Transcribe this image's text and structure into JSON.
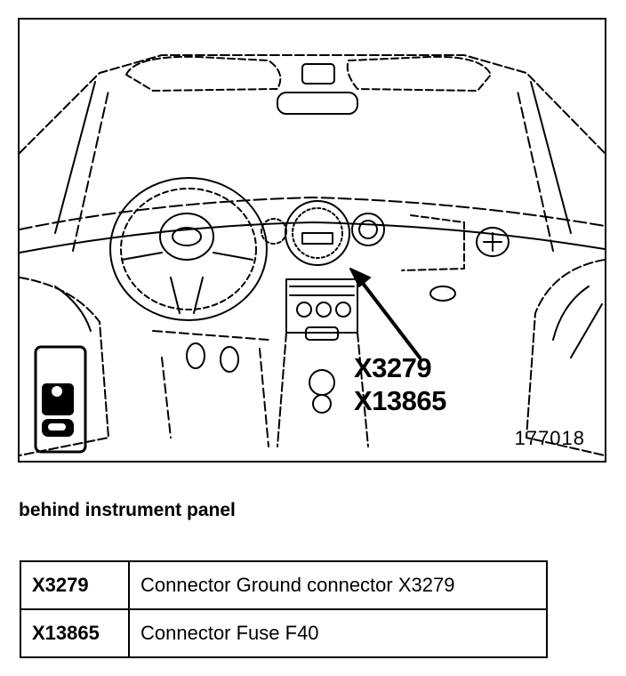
{
  "figure": {
    "callouts": [
      "X3279",
      "X13865"
    ],
    "figure_number": "177018"
  },
  "caption": "behind instrument panel",
  "legend": {
    "rows": [
      {
        "code": "X3279",
        "description": "Connector Ground connector X3279"
      },
      {
        "code": "X13865",
        "description": "Connector Fuse F40"
      }
    ]
  },
  "colors": {
    "ink": "#000000",
    "paper": "#ffffff"
  }
}
